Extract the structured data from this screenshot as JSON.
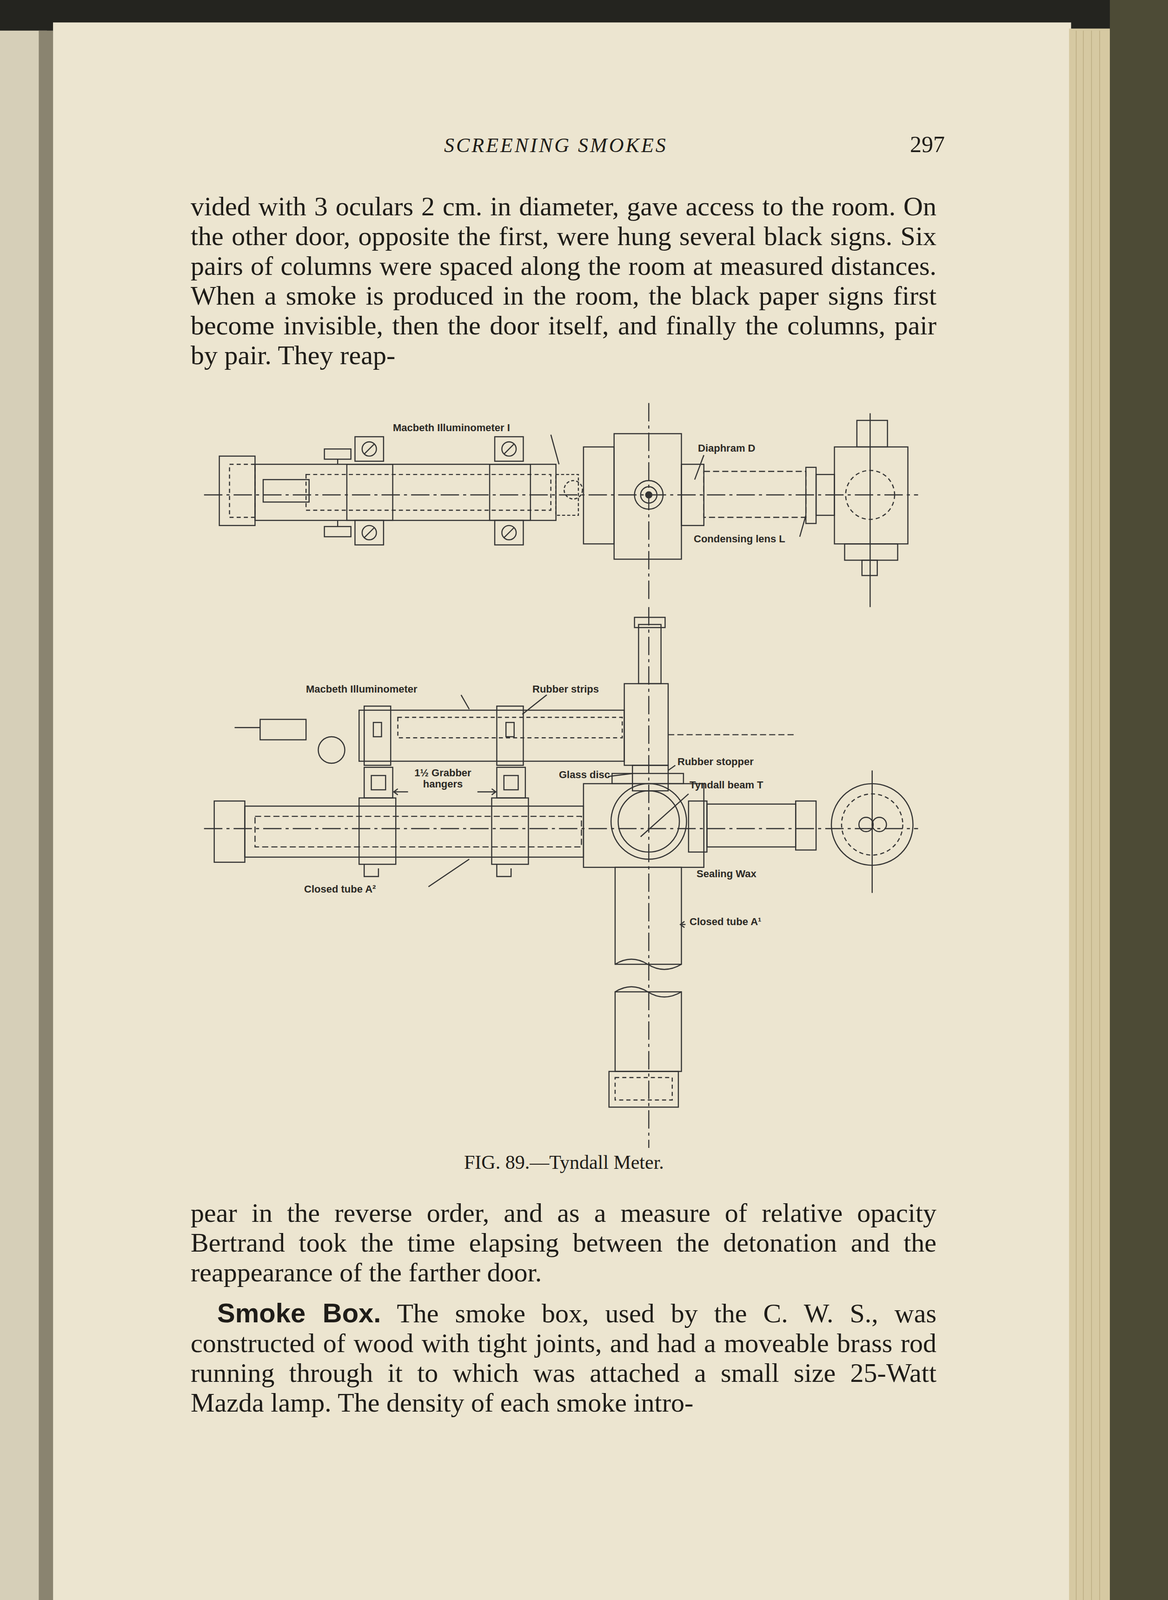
{
  "diagram": {
    "title": "SCREENING SMOKES",
    "caption": "FIG. 89.—Tyndall Meter.",
    "labels": [
      "297",
      "vided with 3 oculars 2 cm. in diameter, gave access to the room. On the other door, opposite the first, were hung several black signs. Six pairs of columns were spaced along the room at measured distances. When a smoke is produced in the room, the black paper signs first become invisible, then the door itself, and finally the columns, pair by pair. They reap-",
      "pear in the reverse order, and as a measure of relative opacity Bertrand took the time elapsing between the detonation and the reappearance of the farther door.",
      "Smoke Box.",
      "The smoke box, used by the C. W. S., was constructed of wood with tight joints, and had a moveable brass rod running through it to which was attached a small size 25-Watt Mazda lamp. The density of each smoke intro-",
      "Macbeth Illuminometer I",
      "Diaphram D",
      "Condensing lens L",
      "Macbeth Illuminometer",
      "Rubber strips",
      "1½ Grabber hangers",
      "Glass disc",
      "Rubber stopper",
      "Tyndall beam T",
      "Sealing Wax",
      "Closed tube A²",
      "Closed tube A¹"
    ]
  }
}
